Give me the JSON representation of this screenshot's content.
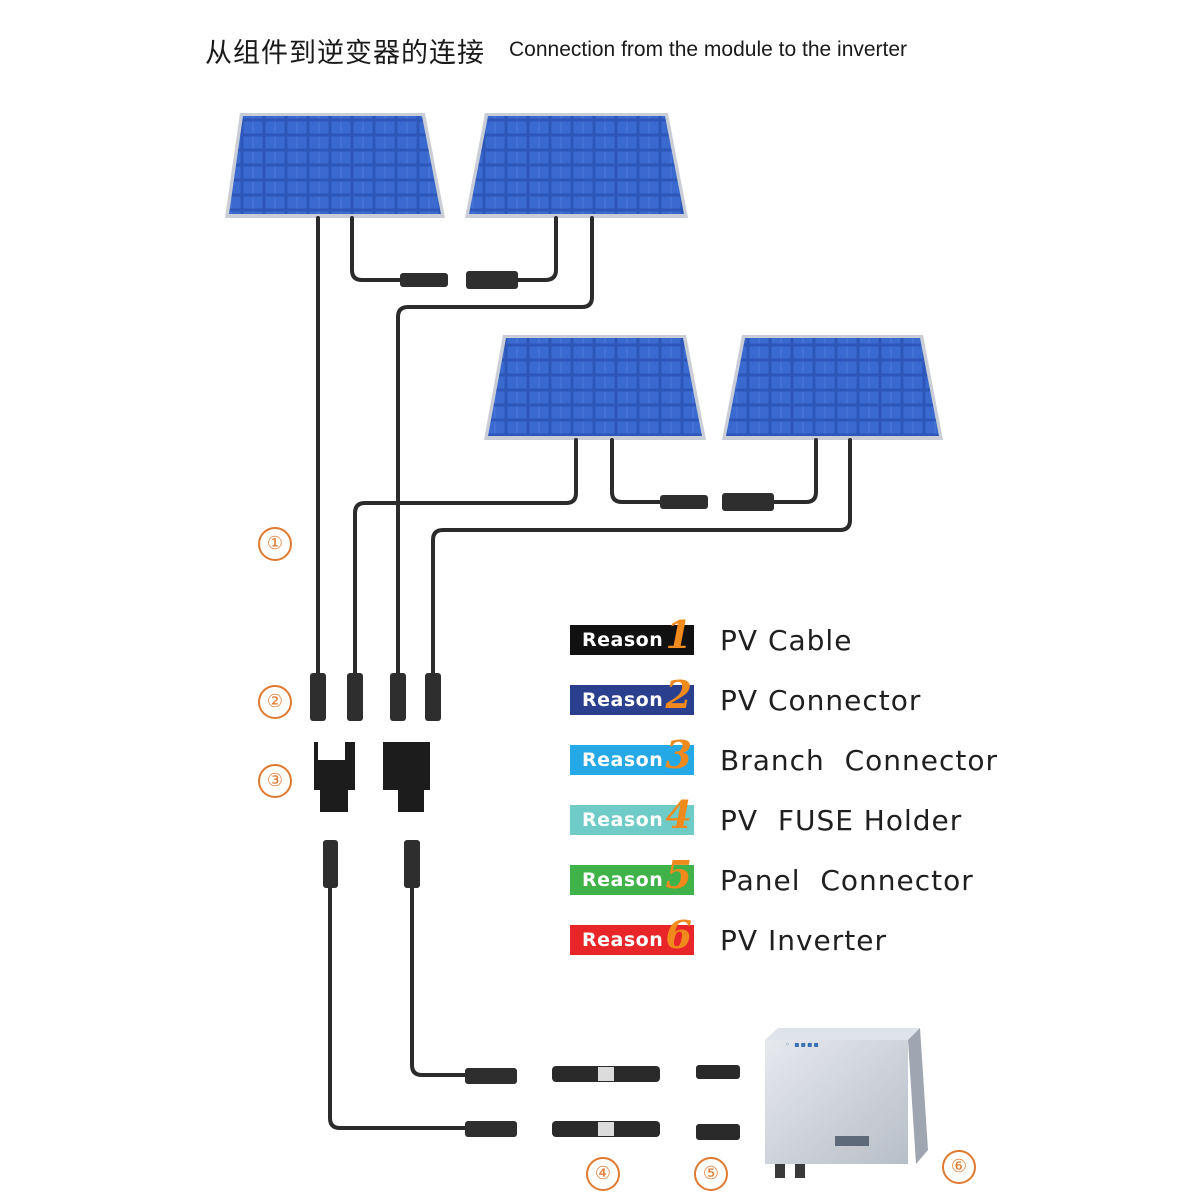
{
  "title": {
    "chinese": "从组件到逆变器的连接",
    "english": "Connection from the module to the inverter"
  },
  "markers": [
    {
      "id": "1",
      "symbol": "①"
    },
    {
      "id": "2",
      "symbol": "②"
    },
    {
      "id": "3",
      "symbol": "③"
    },
    {
      "id": "4",
      "symbol": "④"
    },
    {
      "id": "5",
      "symbol": "⑤"
    },
    {
      "id": "6",
      "symbol": "⑥"
    }
  ],
  "legend": [
    {
      "word": "Reason",
      "number": "1",
      "label": "PV Cable",
      "color": "#111111"
    },
    {
      "word": "Reason",
      "number": "2",
      "label": "PV Connector",
      "color": "#2b3f8f"
    },
    {
      "word": "Reason",
      "number": "3",
      "label": "Branch  Connector",
      "color": "#25a9e6"
    },
    {
      "word": "Reason",
      "number": "4",
      "label": "PV  FUSE Holder",
      "color": "#6fcbc5"
    },
    {
      "word": "Reason",
      "number": "5",
      "label": "Panel  Connector",
      "color": "#3fb24a"
    },
    {
      "word": "Reason",
      "number": "6",
      "label": "PV Inverter",
      "color": "#e8262a"
    }
  ],
  "colors": {
    "panel_blue": "#2d56b8",
    "panel_frame": "#c9ced6",
    "cable": "#2b2b2b",
    "marker_orange": "#e07a30",
    "inverter_body": "#c8cdd6"
  },
  "icons": [
    "solar-panel-icon",
    "mc4-connector-icon",
    "branch-connector-icon",
    "fuse-holder-icon",
    "inverter-icon"
  ]
}
